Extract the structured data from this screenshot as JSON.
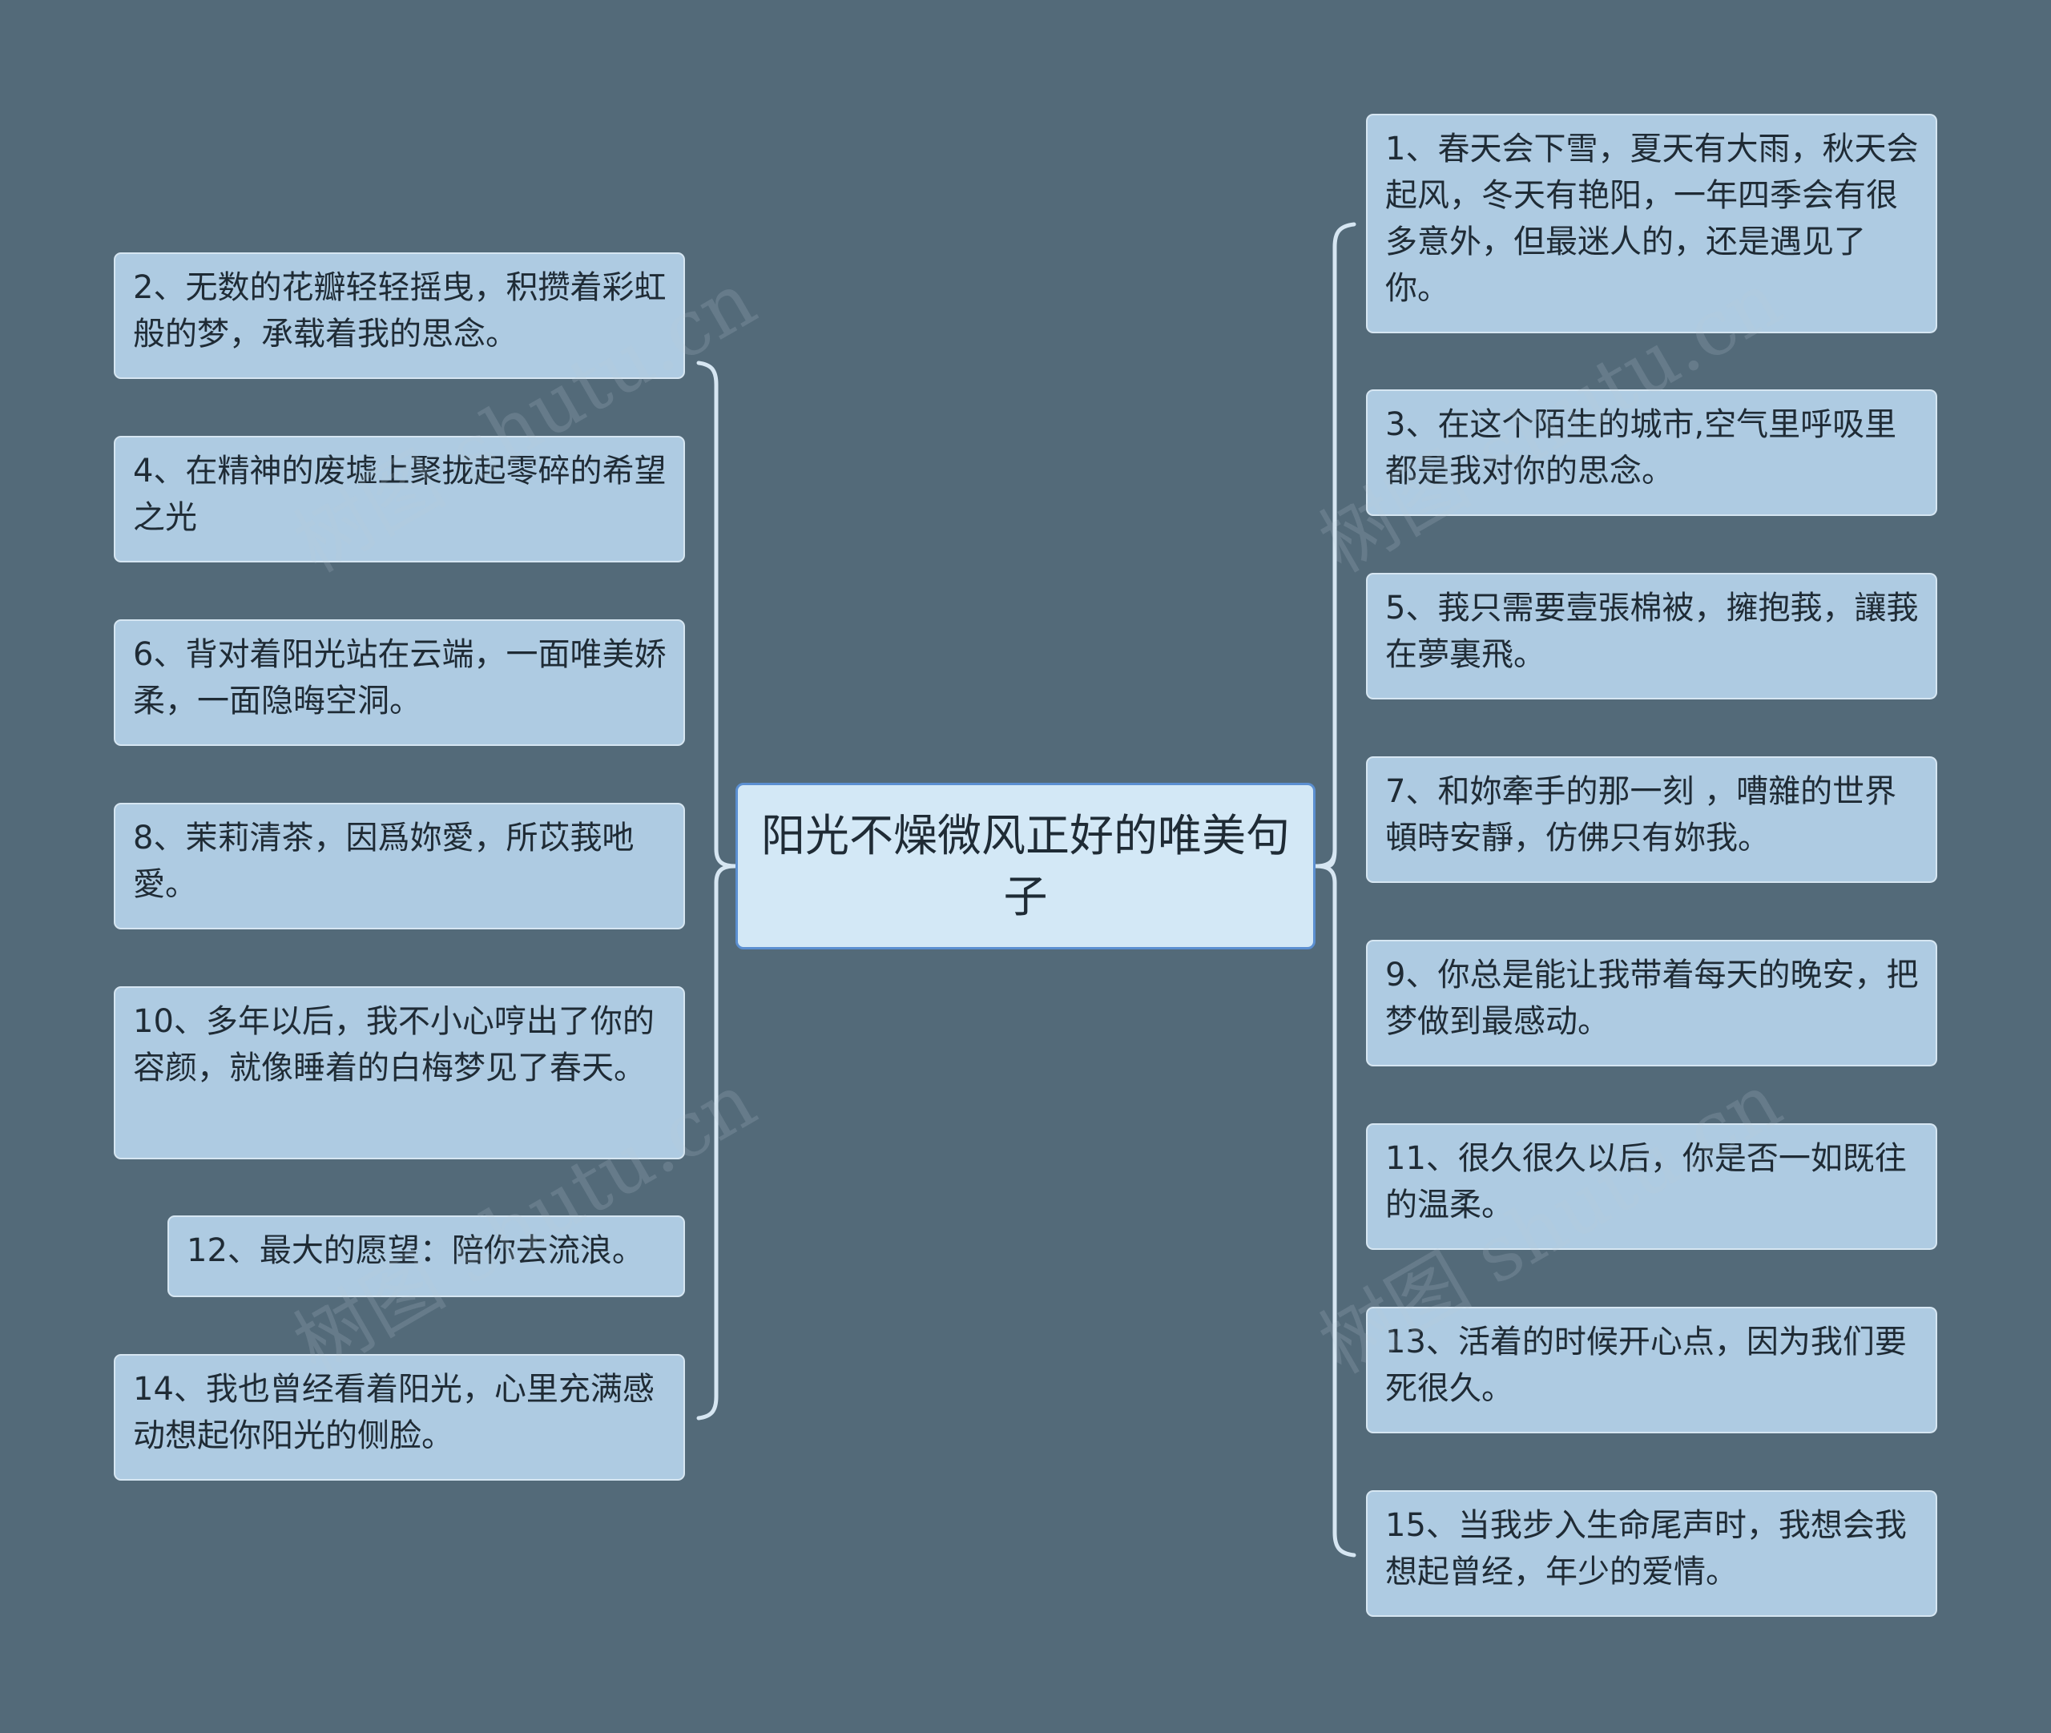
{
  "center": {
    "title": "阳光不燥微风正好的唯美句子"
  },
  "left_items": [
    "2、无数的花瓣轻轻摇曳，积攒着彩虹般的梦，承载着我的思念。",
    "4、在精神的废墟上聚拢起零碎的希望之光",
    "6、背对着阳光站在云端，一面唯美娇柔，一面隐晦空洞。",
    "8、茉莉清茶，因爲妳愛，所苡莪吔愛。",
    "10、多年以后，我不小心哼出了你的容颜，就像睡着的白梅梦见了春天。",
    "12、最大的愿望：陪你去流浪。",
    "14、我也曾经看着阳光，心里充满感动想起你阳光的侧脸。"
  ],
  "right_items": [
    "1、春天会下雪，夏天有大雨，秋天会起风，冬天有艳阳，一年四季会有很多意外，但最迷人的，还是遇见了你。",
    "3、在这个陌生的城市,空气里呼吸里都是我对你的思念。",
    "5、莪只需要壹張棉被，擁抱莪，讓莪在夢裏飛。",
    "7、和妳牽手的那一刻 ，嘈雜的世界頓時安靜，仿佛只有妳我。",
    "9、你总是能让我带着每天的晚安，把梦做到最感动。",
    "11、很久很久以后，你是否一如既往的温柔。",
    "13、活着的时候开心点，因为我们要死很久。",
    "15、当我步入生命尾声时，我想会我想起曾经，年少的爱情。"
  ],
  "watermark": {
    "text": "树图 shutu.cn"
  },
  "colors": {
    "background": "#536a79",
    "node_fill": "#aecbe2",
    "center_fill": "#d3e8f6",
    "center_border": "#5b8fd1",
    "connector": "#d6e6f2"
  }
}
